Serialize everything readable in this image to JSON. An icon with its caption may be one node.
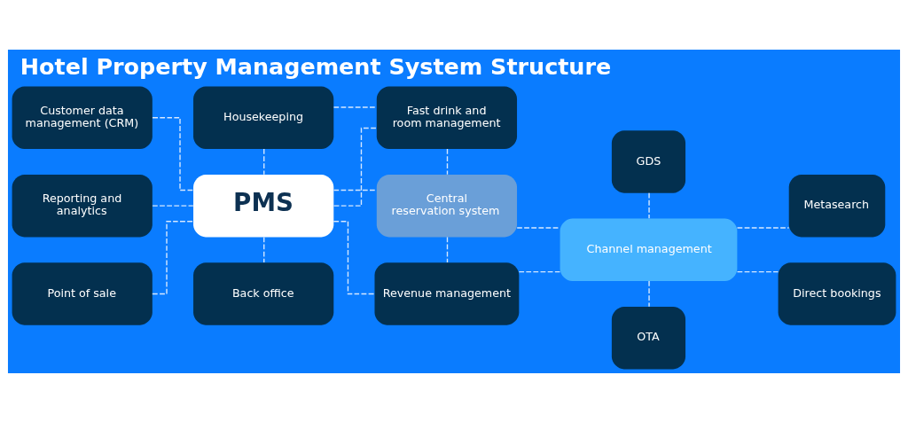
{
  "diagram": {
    "title": "Hotel Property Management System Structure",
    "nodes": [
      {
        "text": [
          "Customer data management (CRM)"
        ]
      },
      {
        "text": [
          "Housekeeping"
        ]
      },
      {
        "text": [
          "Fast drink and room management"
        ]
      },
      {
        "text": [
          "GDS"
        ]
      },
      {
        "text": [
          "Metasearch"
        ]
      },
      {
        "text": [
          "Reporting and analytics"
        ]
      },
      {
        "text": [
          "PMS"
        ]
      },
      {
        "text": [
          "Central reservation system"
        ]
      },
      {
        "text": [
          "Channel management"
        ]
      },
      {
        "text": [
          "Point of sale"
        ]
      },
      {
        "text": [
          "Back office"
        ]
      },
      {
        "text": [
          "Revenue management"
        ]
      },
      {
        "text": [
          "OTA"
        ]
      },
      {
        "text": [
          "Direct bookings"
        ]
      }
    ],
    "edges": [
      {
        "from": 0,
        "to": 6,
        "arrow": "none",
        "style": "dashed"
      },
      {
        "from": 5,
        "to": 6,
        "arrow": "none",
        "style": "dashed"
      },
      {
        "from": 9,
        "to": 6,
        "arrow": "none",
        "style": "dashed"
      },
      {
        "from": 1,
        "to": 6,
        "arrow": "none",
        "style": "dashed"
      },
      {
        "from": 6,
        "to": 10,
        "arrow": "none",
        "style": "dashed"
      },
      {
        "from": 1,
        "to": 2,
        "arrow": "none",
        "style": "dashed"
      },
      {
        "from": 6,
        "to": 2,
        "arrow": "none",
        "style": "dashed"
      },
      {
        "from": 6,
        "to": 7,
        "arrow": "none",
        "style": "dashed"
      },
      {
        "from": 6,
        "to": 11,
        "arrow": "none",
        "style": "dashed"
      },
      {
        "from": 2,
        "to": 7,
        "arrow": "none",
        "style": "dashed"
      },
      {
        "from": 7,
        "to": 11,
        "arrow": "none",
        "style": "dashed"
      },
      {
        "from": 7,
        "to": 8,
        "arrow": "none",
        "style": "dashed"
      },
      {
        "from": 11,
        "to": 8,
        "arrow": "none",
        "style": "dashed"
      },
      {
        "from": 3,
        "to": 8,
        "arrow": "none",
        "style": "dashed"
      },
      {
        "from": 8,
        "to": 4,
        "arrow": "none",
        "style": "dashed"
      },
      {
        "from": 8,
        "to": 12,
        "arrow": "none",
        "style": "dashed"
      },
      {
        "from": 8,
        "to": 13,
        "arrow": "none",
        "style": "dashed"
      }
    ]
  }
}
